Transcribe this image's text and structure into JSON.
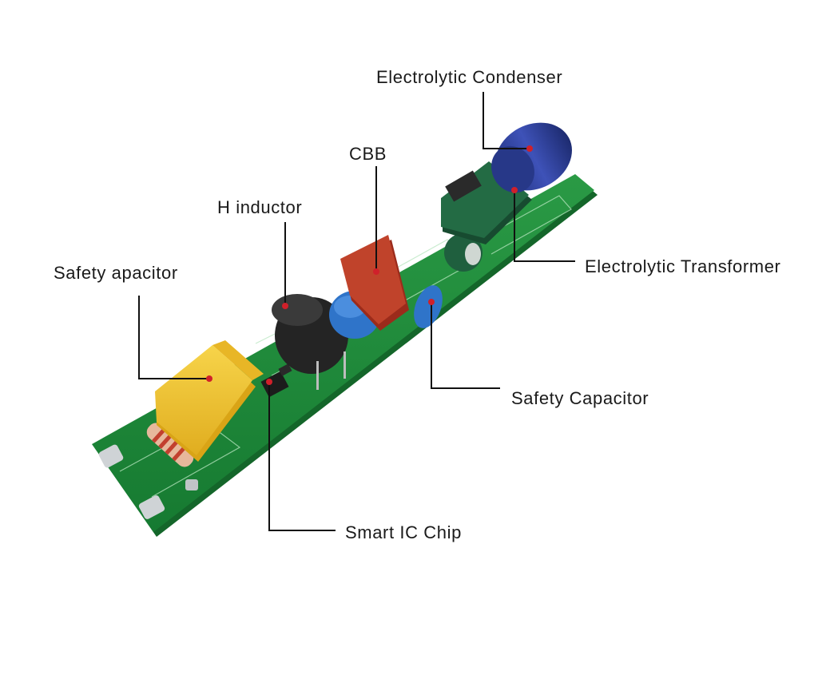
{
  "labels": {
    "electrolytic_condenser": "Electrolytic Condenser",
    "cbb": "CBB",
    "h_inductor": "H inductor",
    "safety_apacitor": "Safety apacitor",
    "electrolytic_transformer": "Electrolytic Transformer",
    "safety_capacitor": "Safety Capacitor",
    "smart_ic_chip": "Smart IC Chip"
  },
  "colors": {
    "pcb": "#1f8a3a",
    "pcb_dark": "#15662a",
    "marker": "#d0202a",
    "leader": "#111111",
    "text": "#1a1a1a",
    "x_capacitor": "#f2c531",
    "cbb_capacitor": "#b83a25",
    "blue_cap": "#2a6fc4",
    "condenser": "#2d3f9a",
    "transformer": "#1e5f3b",
    "inductor": "#2b2b2b"
  }
}
